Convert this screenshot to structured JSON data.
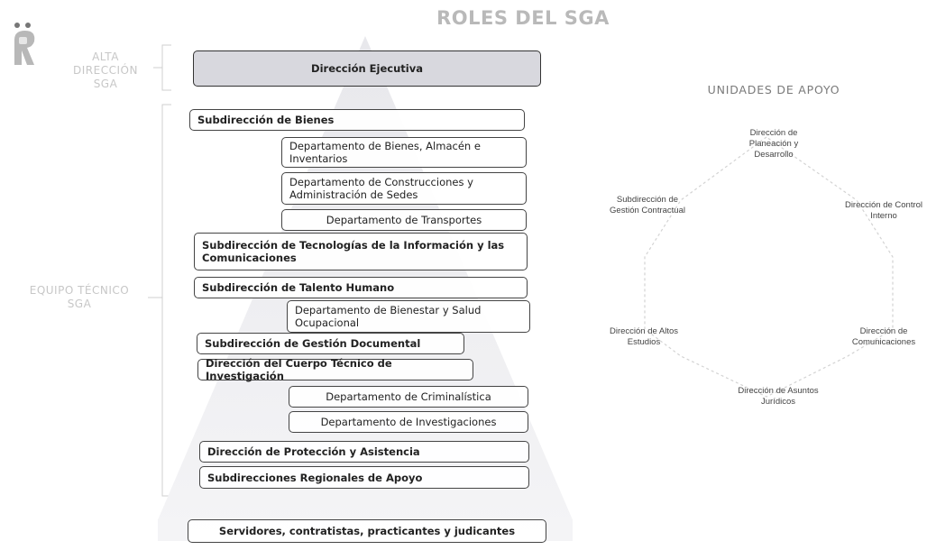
{
  "title": "ROLES DEL SGA",
  "left_labels": {
    "alta": [
      "ALTA",
      "DIRECCIÓN",
      "SGA"
    ],
    "equipo": [
      "EQUIPO TÉCNICO",
      "SGA"
    ]
  },
  "hierarchy": {
    "executive": "Dirección Ejecutiva",
    "subdir_bienes": "Subdirección de Bienes",
    "dep_bienes": "Departamento de Bienes, Almacén e Inventarios",
    "dep_construcciones": "Departamento de Construcciones y Administración de Sedes",
    "dep_transportes": "Departamento de Transportes",
    "subdir_tic": "Subdirección de Tecnologías de la Información y las Comunicaciones",
    "subdir_talento": "Subdirección de Talento Humano",
    "dep_bienestar": "Departamento de Bienestar y Salud Ocupacional",
    "subdir_gestion_doc": "Subdirección de Gestión Documental",
    "dir_cuerpo_tecnico": "Dirección del Cuerpo Técnico de Investigación",
    "dep_criminalistica": "Departamento de Criminalística",
    "dep_investigaciones": "Departamento de Investigaciones",
    "dir_proteccion": "Dirección de Protección y Asistencia",
    "subdir_regionales": "Subdirecciones Regionales de Apoyo",
    "base": "Servidores, contratistas, practicantes y judicantes"
  },
  "support": {
    "title": "UNIDADES DE APOYO",
    "units": [
      "Dirección de Planeación y Desarrollo",
      "Dirección de Control Interno",
      "Dirección de Comunicaciones",
      "Dirección de Asuntos Jurídicos",
      "Dirección de Altos Estudios",
      "Subdirección de Gestión Contractual"
    ]
  }
}
